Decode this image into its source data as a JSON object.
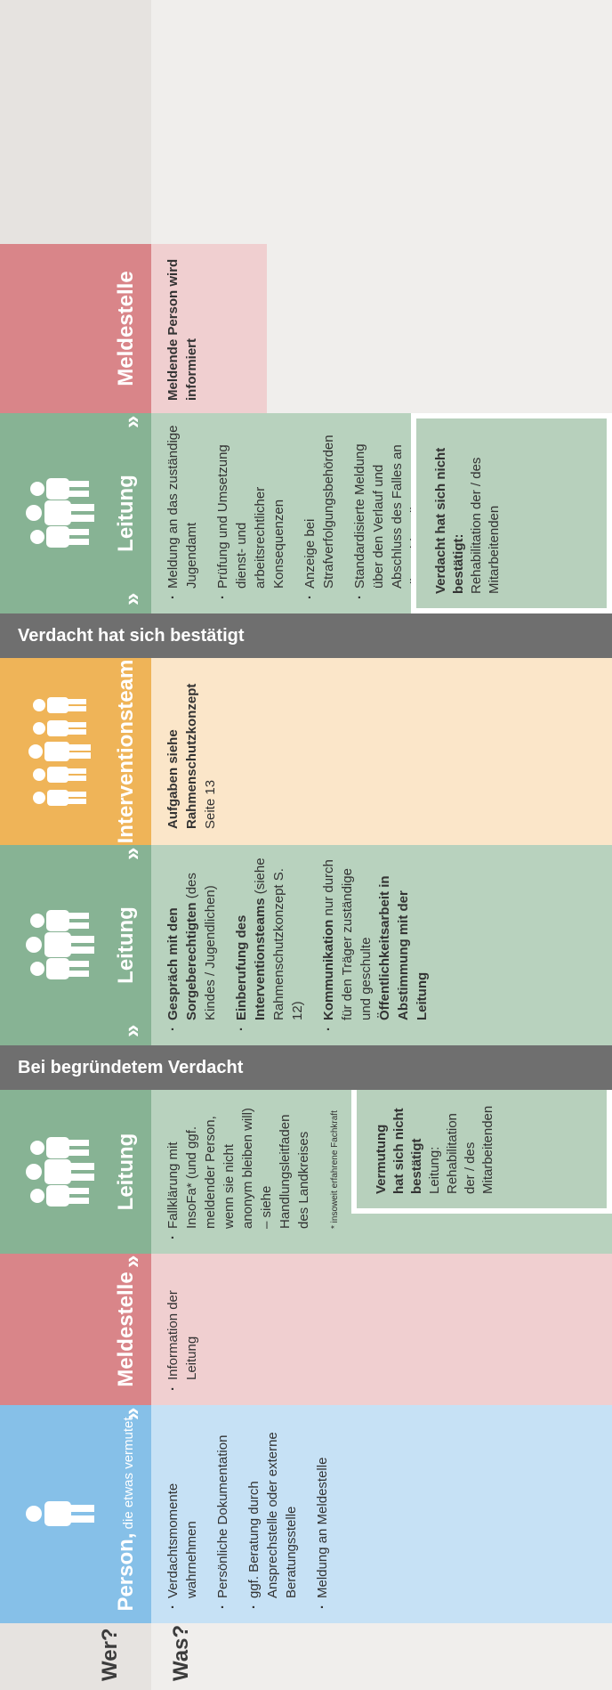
{
  "labels": {
    "who": "Wer?",
    "what": "Was?"
  },
  "colors": {
    "person": "#86c0e8",
    "person_body": "#c6e1f5",
    "meldestelle": "#d98589",
    "meldestelle_body": "#f0cfd0",
    "leitung": "#87b394",
    "leitung_body": "#b8d2be",
    "interventionsteam": "#efb458",
    "interventionsteam_body": "#fbe6c9",
    "bar": "#6f6f6f"
  },
  "columns": [
    {
      "title": "Person,",
      "subtitle": " die etwas vermutet",
      "items": [
        "Verdachtsmomente wahrnehmen",
        "Persönliche Dokumentation",
        "ggf. Beratung durch Ansprechstelle oder externe Beratungsstelle",
        "Meldung an Meldestelle"
      ]
    },
    {
      "title": "Meldestelle",
      "items": [
        "Information der Leitung"
      ]
    },
    {
      "title": "Leitung",
      "items": [
        "Fallklärung mit InsoFa* (und ggf. meldender Person, wenn sie nicht anonym bleiben will) – siehe Handlungsleitfaden des Landkreises"
      ],
      "footnote": "* insoweit erfahrene Fachkraft",
      "box_title": "Vermutung hat sich nicht bestätigt",
      "box_text": "Leitung: Rehabilitation der / des Mitarbeitenden"
    },
    {
      "bar": "Bei begründetem Verdacht"
    },
    {
      "title": "Leitung",
      "items": [
        {
          "bold": "Gespräch mit den Sorgeberechtigten",
          "text": " (des Kindes / Jugendlichen)"
        },
        {
          "bold": "Einberufung des Interventionsteams",
          "text": " (siehe Rahmenschutzkonzept S. 12)"
        },
        {
          "bold": "Kommunikation",
          "text": " nur durch für den Träger zuständige und geschulte ",
          "bold2": "Öffentlichkeitsarbeit in Abstimmung mit der Leitung"
        }
      ]
    },
    {
      "title": "Interventionsteam",
      "text_bold": "Aufgaben siehe Rahmenschutzkonzept",
      "text": "Seite 13"
    },
    {
      "bar": "Verdacht hat sich bestätigt"
    },
    {
      "title": "Leitung",
      "items": [
        "Meldung an das zuständige Jugendamt",
        "Prüfung und Umsetzung dienst- und arbeitsrechtlicher Konsequenzen",
        "Anzeige bei Strafverfolgungsbehörden",
        "Standardisierte Meldung über den Verlauf und Abschluss des Falles an die Meldestelle"
      ],
      "box_title": "Verdacht hat sich nicht bestätigt:",
      "box_text": "Rehabilitation der / des Mitarbeitenden"
    },
    {
      "title": "Meldestelle",
      "text_bold": "Meldende Person wird informiert"
    }
  ]
}
